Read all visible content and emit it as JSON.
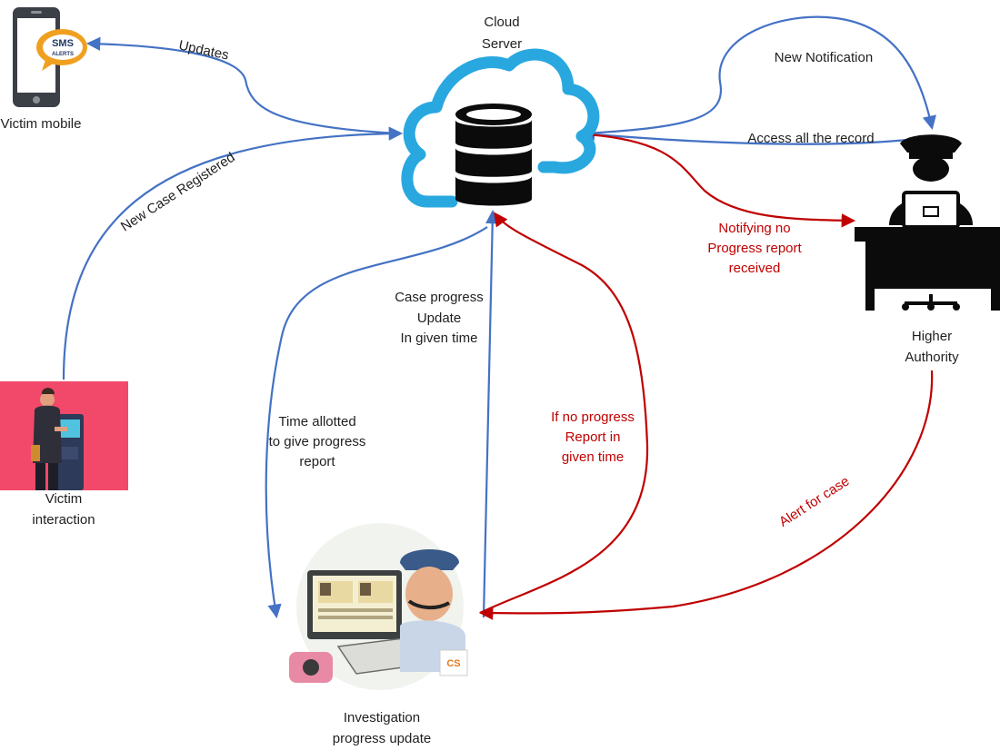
{
  "nodes": {
    "cloud": {
      "line1": "Cloud",
      "line2": "Server"
    },
    "victim_mobile": {
      "label": "Victim mobile",
      "sms_line1": "SMS",
      "sms_line2": "ALERTS"
    },
    "victim_interaction": {
      "line1": "Victim",
      "line2": "interaction"
    },
    "higher_authority": {
      "line1": "Higher",
      "line2": "Authority"
    },
    "investigation": {
      "line1": "Investigation",
      "line2": "progress update",
      "badge": "CS"
    }
  },
  "edges": {
    "updates": "Updates",
    "new_case": "New Case Registered",
    "new_notification": "New Notification",
    "access_record": "Access all the record",
    "notifying": [
      "Notifying no",
      "Progress report",
      "received"
    ],
    "case_progress": [
      "Case progress",
      "Update",
      "In given time"
    ],
    "time_allotted": [
      "Time allotted",
      "to give progress",
      "report"
    ],
    "if_no_progress": [
      "If no progress",
      "Report in",
      "given time"
    ],
    "alert": "Alert for case"
  },
  "colors": {
    "blue": "#4472c4",
    "red": "#c00000",
    "cloud": "#29a8e0",
    "kiosk_bg": "#f2496a"
  }
}
